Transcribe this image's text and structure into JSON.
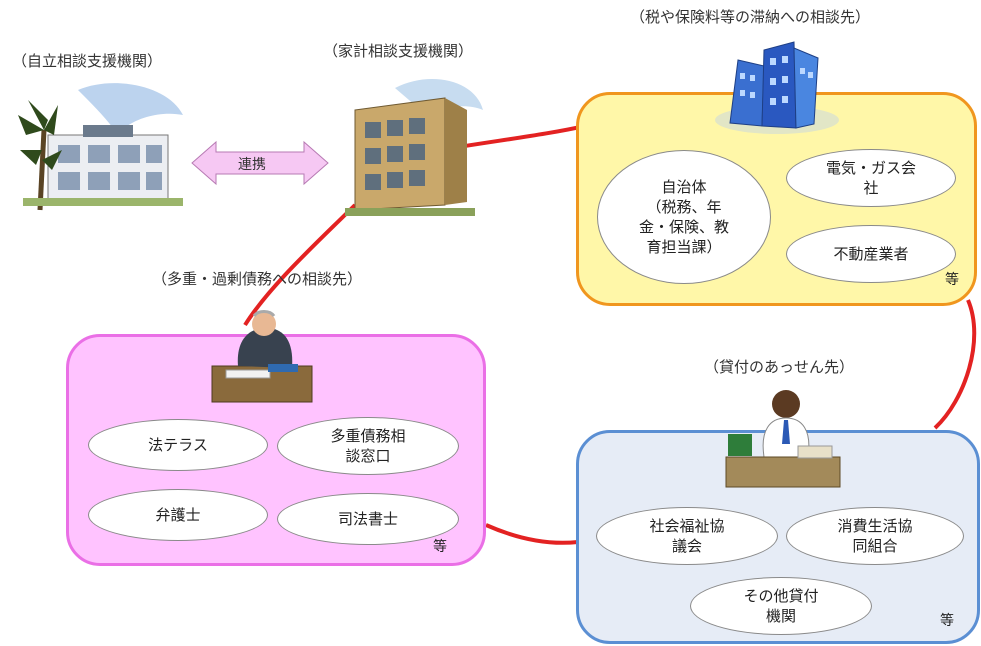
{
  "labels": {
    "jiritsu": "（自立相談支援機関）",
    "kakei": "（家計相談支援機関）",
    "tax": "（税や保険料等の滞納への相談先）",
    "debt": "（多重・過剰債務への相談先）",
    "loan": "（貸付のあっせん先）"
  },
  "renkei": "連携",
  "tax_box": {
    "items": [
      "自治体\n（税務、年\n金・保険、教\n育担当課）",
      "電気・ガス会\n社",
      "不動産業者"
    ],
    "etc": "等"
  },
  "debt_box": {
    "items": [
      "法テラス",
      "多重債務相\n談窓口",
      "弁護士",
      "司法書士"
    ],
    "etc": "等"
  },
  "loan_box": {
    "items": [
      "社会福祉協\n議会",
      "消費生活協\n同組合",
      "その他貸付\n機関"
    ],
    "etc": "等"
  },
  "colors": {
    "connector": "#e32222",
    "tax_fill": "#fff7a8",
    "tax_border": "#f0961e",
    "debt_fill": "#ffc3ff",
    "debt_border": "#ea6fe6",
    "loan_fill": "#e6ecf6",
    "loan_border": "#5b8fd3",
    "arrow_fill": "#f6c8f3"
  },
  "icons": [
    "tree-building-icon",
    "office-building-icon",
    "skyscraper-icon",
    "lawyer-icon",
    "loan-officer-icon"
  ]
}
